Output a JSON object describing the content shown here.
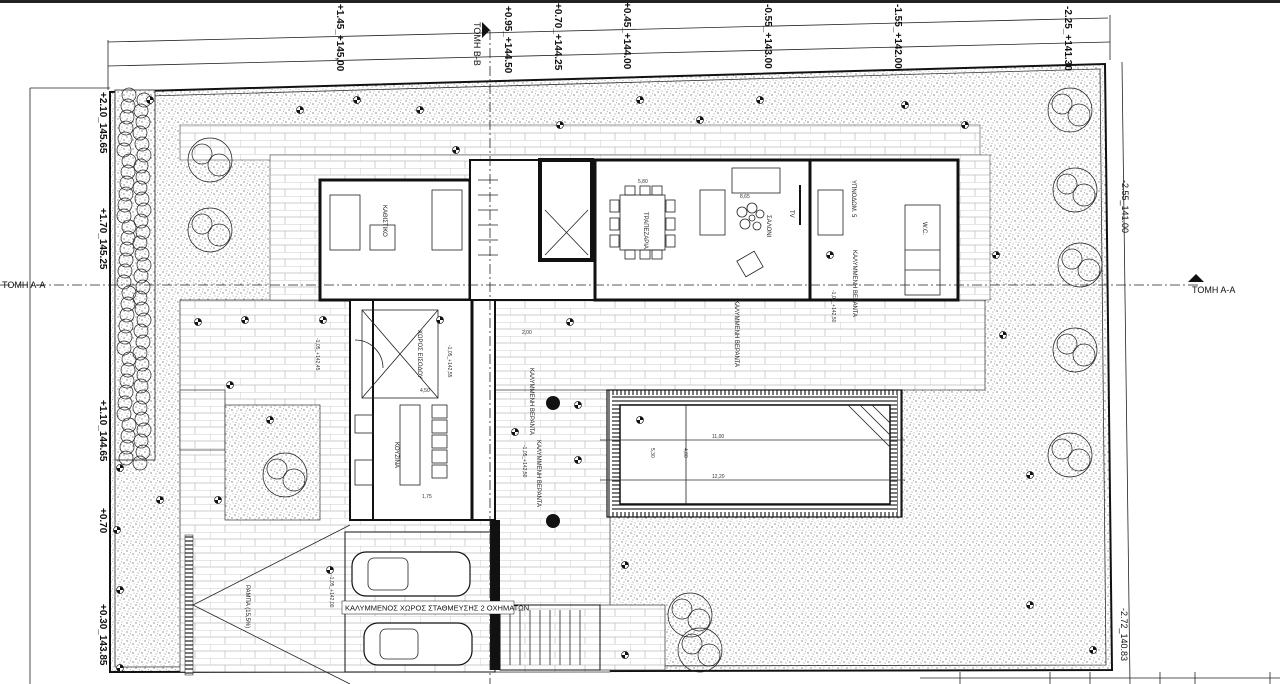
{
  "drawing": {
    "section_aa_label": "ΤΟΜΗ Α-Α",
    "section_bb_label": "ΤΟΜΗ Β-Β",
    "top_elevations": [
      "+1.45_+145,00",
      "+0.95_+144.50",
      "+0.70_+144.25",
      "+0.45_+144.00",
      "-0.55_+143.00",
      "-1.55_+142.00",
      "-2.25_+141.30"
    ],
    "left_elevations": [
      "+2.10_145.65",
      "+1.70_145.25",
      "+1.10_144.65",
      "+0.70",
      "+0.30_143.85"
    ],
    "right_elevations": [
      "-2.55_141.00",
      "-2.72_140.83"
    ],
    "rooms": {
      "living_left": "ΚΑΘΙΣΤΙΚΟ",
      "salon": "ΣΑΛΟΝΙ",
      "dining": "ΤΡΑΠΕΖΑΡΙΑ",
      "bedroom": "ΥΠΝΟΔΩΜ. 5",
      "kitchen": "ΚΟΥΖΙΝΑ",
      "entrance": "ΧΩΡΟΣ ΕΙΣΟΔΟΥ",
      "veranda": "ΚΑΛΥΜΜΕΝΗ ΒΕΡΑΝΤΑ",
      "ramp": "ΡΑΜΠΑ (15,5%)",
      "parking": "ΚΑΛΥΜΜΕΝΟΣ ΧΩΡΟΣ ΣΤΑΘΜΕΥΣΗΣ 2 ΟΧΗΜΑΤΩΝ",
      "tv": "TV",
      "wc": "W.C."
    },
    "spot_levels": {
      "entrance": "-1,05_+142,55",
      "veranda": "-1,05_+142,50",
      "parking": "-1,05_+142,00",
      "left_yard": "-1,05_+142,45",
      "bedroom_veranda": "-1,05_+142,50"
    },
    "pool": {
      "inner_length": "11,00",
      "outer_length": "12,20",
      "inner_width": "4,00",
      "outer_width": "5,30"
    },
    "dimensions": {
      "salon_width": "8,65",
      "dining_width": "5,80",
      "kitchen_island": "1,75",
      "entrance_width": "4,50",
      "terrace": "2,00"
    },
    "colors": {
      "ink": "#111111",
      "paper": "#ffffff",
      "gravel": "#9a9a9a"
    }
  }
}
